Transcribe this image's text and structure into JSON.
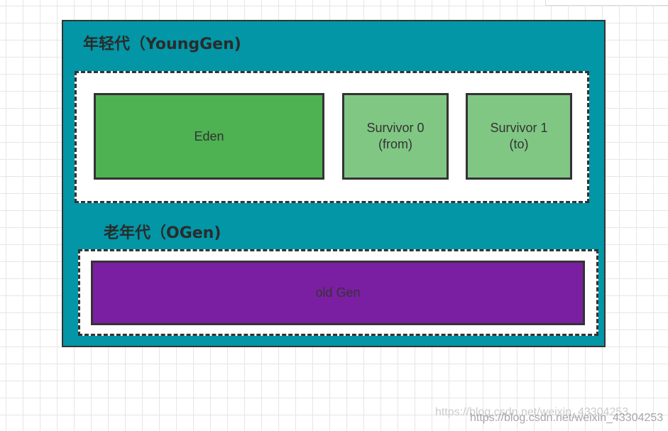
{
  "young_gen": {
    "title": "年轻代（YoungGen)",
    "eden": {
      "label": "Eden"
    },
    "survivor0": {
      "line1": "Survivor 0",
      "line2": "(from)"
    },
    "survivor1": {
      "line1": "Survivor 1",
      "line2": "(to)"
    }
  },
  "old_gen": {
    "title": "老年代（OGen)",
    "block": {
      "label": "old Gen"
    }
  },
  "watermark": {
    "faded": "https://blog.csdn.net/weixin_43304253",
    "main": "https://blog.csdn.net/weixin_43304253"
  },
  "colors": {
    "container": "#0296a6",
    "eden": "#4eb152",
    "survivor": "#81c784",
    "old_gen": "#7b1fa2"
  }
}
